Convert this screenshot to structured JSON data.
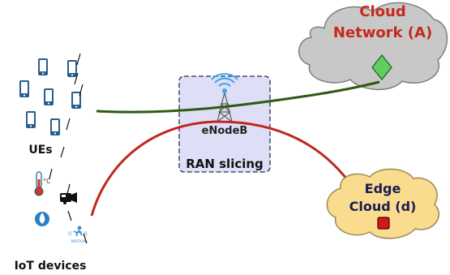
{
  "ran": {
    "label": "RAN slicing",
    "enodeb": "eNodeB"
  },
  "cloud": {
    "line1": "Cloud",
    "line2": "Network (A)"
  },
  "edge": {
    "line1": "Edge",
    "line2": "Cloud (d)"
  },
  "ues": {
    "label": "UEs"
  },
  "iot": {
    "label": "IoT devices",
    "temp_unit": "°C",
    "motion_text": "MOTION"
  },
  "colors": {
    "cloud_fill": "#c8c8c8",
    "edge_fill": "#f9dc8e",
    "ran_fill": "#dedff7",
    "green_link": "#2f5a10",
    "red_link": "#c0281b",
    "cloud_text": "#c62a1c",
    "edge_text": "#1b1b55",
    "diamond": "#5fd05f",
    "edge_square": "#d41818",
    "phone": "#285e8d"
  }
}
